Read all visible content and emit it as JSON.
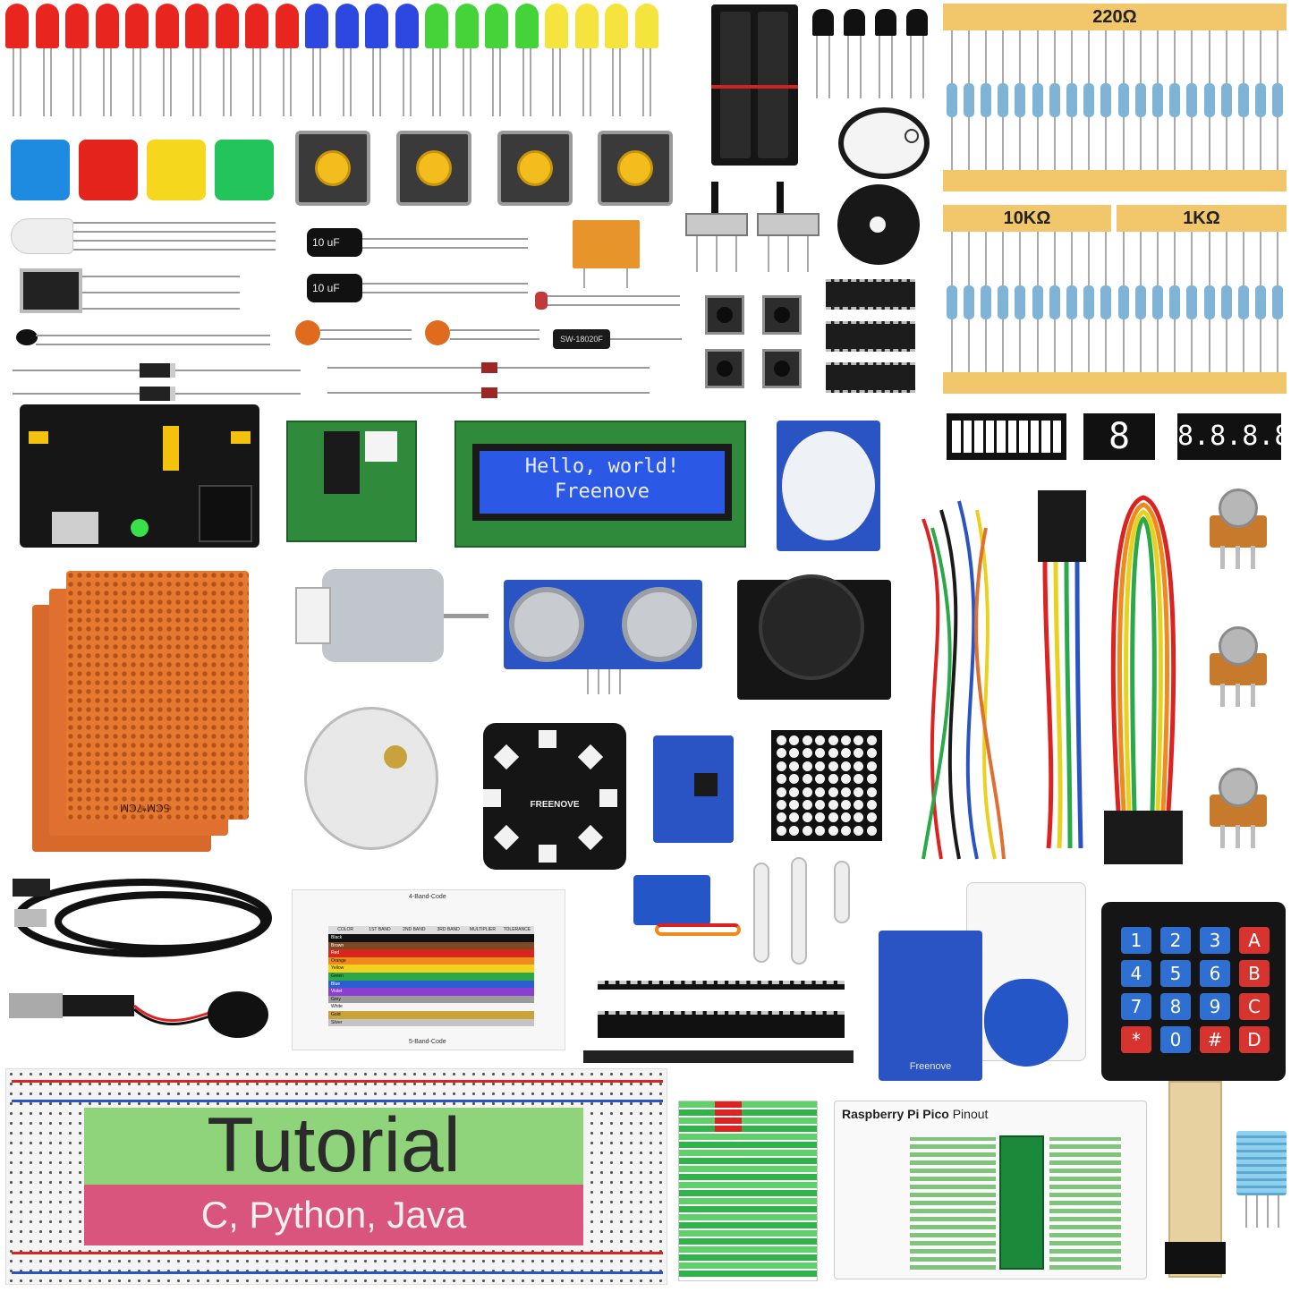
{
  "resistor_labels": {
    "r220": "220Ω",
    "r10k": "10KΩ",
    "r1k": "1KΩ"
  },
  "lcd": {
    "line1": "Hello, world!",
    "line2": "Freenove"
  },
  "capacitors": {
    "c1": "10 uF",
    "c2": "10 uF"
  },
  "tilt_switch": "SW-18020F",
  "segment_display": {
    "single": "8",
    "four": "8.8.8.8"
  },
  "keypad": {
    "keys": [
      [
        "1",
        "2",
        "3",
        "A"
      ],
      [
        "4",
        "5",
        "6",
        "B"
      ],
      [
        "7",
        "8",
        "9",
        "C"
      ],
      [
        "*",
        "0",
        "#",
        "D"
      ]
    ]
  },
  "prototype_board": {
    "label": "5CM*7CM"
  },
  "neopixel_ring": {
    "brand": "FREENOVE"
  },
  "rfid": {
    "brand": "Freenove"
  },
  "color_code_card": {
    "title_top": "4-Band-Code",
    "title_bottom": "5-Band-Code",
    "columns": [
      "COLOR",
      "1ST BAND",
      "2ND BAND",
      "3RD BAND",
      "MULTIPLIER",
      "TOLERANCE"
    ],
    "rows": [
      {
        "color": "Black",
        "hex": "#111111"
      },
      {
        "color": "Brown",
        "hex": "#7b4a22"
      },
      {
        "color": "Red",
        "hex": "#d7261e"
      },
      {
        "color": "Orange",
        "hex": "#f08a1c"
      },
      {
        "color": "Yellow",
        "hex": "#f3d21f"
      },
      {
        "color": "Green",
        "hex": "#2aa84a"
      },
      {
        "color": "Blue",
        "hex": "#2a5fd0"
      },
      {
        "color": "Violet",
        "hex": "#8a3fd1"
      },
      {
        "color": "Grey",
        "hex": "#9b9b9b"
      },
      {
        "color": "White",
        "hex": "#f5f5f5"
      },
      {
        "color": "Gold",
        "hex": "#c9a43a"
      },
      {
        "color": "Silver",
        "hex": "#c4c4c4"
      }
    ]
  },
  "tutorial": {
    "title": "Tutorial",
    "languages": "C, Python, Java"
  },
  "pinout_card": {
    "title_bold": "Raspberry Pi Pico",
    "title_light": "Pinout"
  },
  "colors": {
    "led_red": "#e8261f",
    "led_blue": "#2c48e0",
    "led_green": "#45d33a",
    "led_yellow": "#f4e43d",
    "cap_blue": "#1f8be0",
    "cap_red": "#e3231c",
    "cap_yellow": "#f5d81e",
    "cap_green": "#22c45b",
    "lcd_bg": "#2c58e6",
    "tutorial_green": "#8fd47a",
    "tutorial_pink": "#d9557e"
  }
}
